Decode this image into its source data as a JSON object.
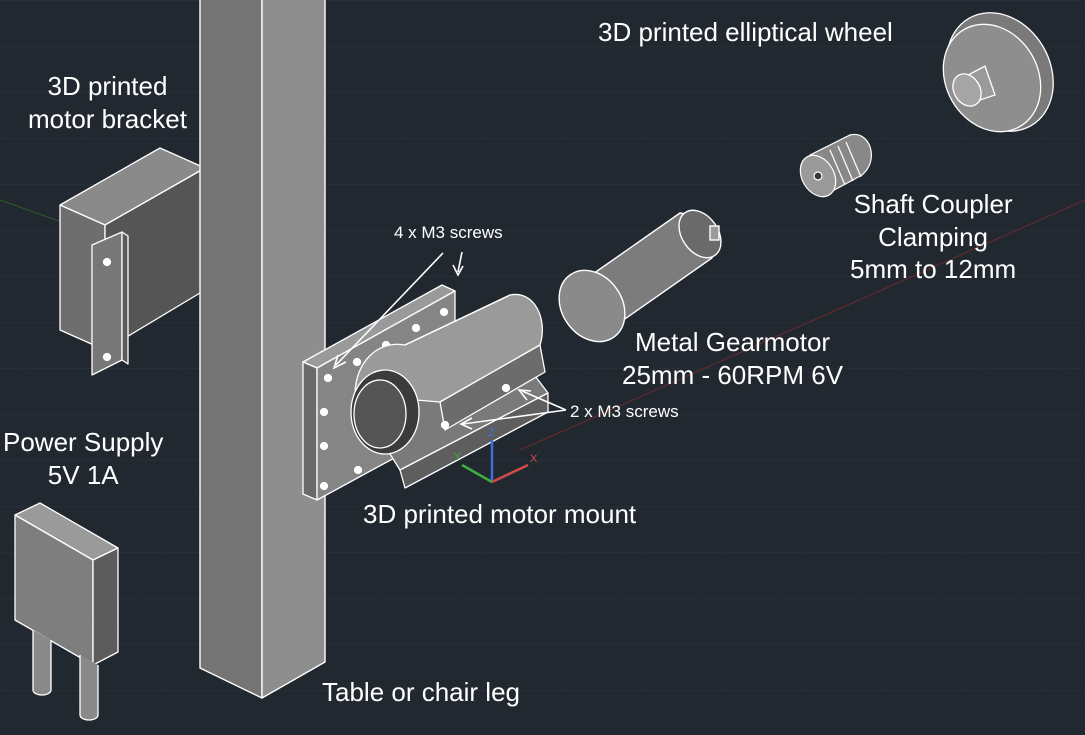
{
  "labels": {
    "motor_bracket": [
      "3D printed",
      "motor bracket"
    ],
    "power_supply": [
      "Power Supply",
      "5V 1A"
    ],
    "elliptical_wheel": "3D printed elliptical wheel",
    "shaft_coupler": [
      "Shaft Coupler",
      "Clamping",
      "5mm to 12mm"
    ],
    "gearmotor": [
      "Metal Gearmotor",
      "25mm - 60RPM 6V"
    ],
    "motor_mount": "3D printed motor mount",
    "leg": "Table or chair leg",
    "screws_4": "4 x M3 screws",
    "screws_2": "2 x M3 screws"
  },
  "colors": {
    "background": "#212830",
    "grid": "#2b333c",
    "face_light": "#8a8a8a",
    "face_mid": "#6e6e6e",
    "face_dark": "#555555",
    "edge": "#ffffff",
    "axis_x": "#d24b4b",
    "axis_y": "#3fae3f",
    "axis_z": "#3f6fd8"
  }
}
